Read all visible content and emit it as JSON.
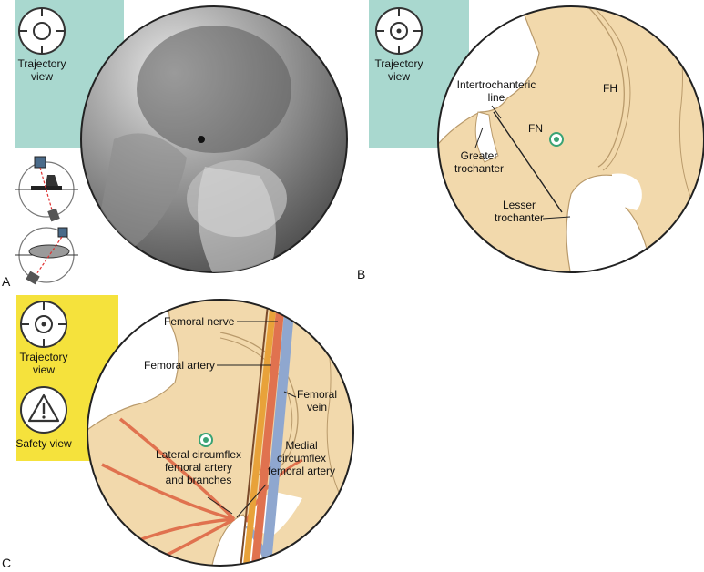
{
  "panels": {
    "a": {
      "letter": "A",
      "icon_label_line1": "Trajectory",
      "icon_label_line2": "view",
      "icon": "trajectory-view-icon",
      "bg_color": "#a9d8cf"
    },
    "b": {
      "letter": "B",
      "icon_label_line1": "Trajectory",
      "icon_label_line2": "view",
      "icon": "trajectory-view-icon",
      "bg_color": "#a9d8cf",
      "labels": {
        "intertrochanteric_1": "Intertrochanteric",
        "intertrochanteric_2": "line",
        "fh": "FH",
        "fn": "FN",
        "greater_1": "Greater",
        "greater_2": "trochanter",
        "lesser_1": "Lesser",
        "lesser_2": "trochanter"
      }
    },
    "c": {
      "letter": "C",
      "icon_label_line1": "Trajectory",
      "icon_label_line2": "view",
      "safety_label": "Safety view",
      "icon": "trajectory-view-icon",
      "safety_icon": "warning-icon",
      "bg_color": "#f5e23c",
      "labels": {
        "femoral_nerve": "Femoral nerve",
        "femoral_artery": "Femoral artery",
        "femoral_vein_1": "Femoral",
        "femoral_vein_2": "vein",
        "lateral_1": "Lateral circumflex",
        "lateral_2": "femoral artery",
        "lateral_3": "and branches",
        "medial_1": "Medial",
        "medial_2": "circumflex",
        "medial_3": "femoral artery"
      }
    }
  },
  "colors": {
    "bone": "#f2d9ac",
    "bone_outline": "#c9a979",
    "artery": "#e0724f",
    "nerve": "#e8a23a",
    "vein": "#8fa7cf",
    "target": "#3aa374"
  }
}
